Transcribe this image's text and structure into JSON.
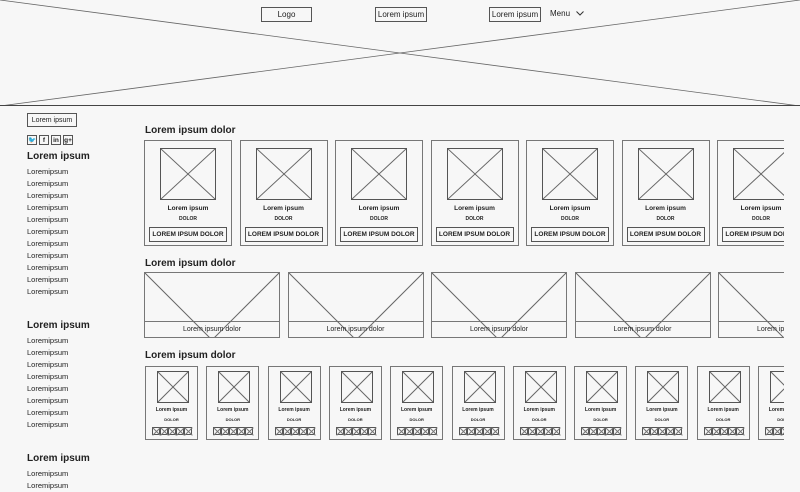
{
  "header": {
    "logo": "Logo",
    "nav_button_1": "Lorem ipsum",
    "nav_button_2": "Lorem ipsum",
    "menu_label": "Menu"
  },
  "sidebar": {
    "button_label": "Lorem ipsum",
    "social": [
      "twitter-icon",
      "facebook-icon",
      "linkedin-icon",
      "google-plus-icon"
    ],
    "social_glyphs": [
      "🐦",
      "f",
      "in",
      "g+"
    ],
    "groups": [
      {
        "title": "Lorem ipsum",
        "items": [
          "Loremipsum",
          "Loremipsum",
          "Loremipsum",
          "Loremipsum",
          "Loremipsum",
          "Loremipsum",
          "Loremipsum",
          "Loremipsum",
          "Loremipsum",
          "Loremipsum",
          "Loremipsum"
        ]
      },
      {
        "title": "Lorem ipsum",
        "items": [
          "Loremipsum",
          "Loremipsum",
          "Loremipsum",
          "Loremipsum",
          "Loremipsum",
          "Loremipsum",
          "Loremipsum",
          "Loremipsum"
        ]
      },
      {
        "title": "Lorem ipsum",
        "items": [
          "Loremipsum",
          "Loremipsum"
        ]
      }
    ]
  },
  "sections": [
    {
      "title": "Lorem ipsum dolor",
      "cards": [
        {
          "name": "Lorem ipsum",
          "sub": "DOLOR",
          "button": "LOREM IPSUM DOLOR"
        },
        {
          "name": "Lorem ipsum",
          "sub": "DOLOR",
          "button": "LOREM IPSUM DOLOR"
        },
        {
          "name": "Lorem ipsum",
          "sub": "DOLOR",
          "button": "LOREM IPSUM DOLOR"
        },
        {
          "name": "Lorem ipsum",
          "sub": "DOLOR",
          "button": "LOREM IPSUM DOLOR"
        },
        {
          "name": "Lorem ipsum",
          "sub": "DOLOR",
          "button": "LOREM IPSUM DOLOR"
        },
        {
          "name": "Lorem ipsum",
          "sub": "DOLOR",
          "button": "LOREM IPSUM DOLOR"
        },
        {
          "name": "Lorem ipsum",
          "sub": "DOLOR",
          "button": "LOREM IPSUM DOLOR"
        }
      ]
    },
    {
      "title": "Lorem ipsum dolor",
      "banners": [
        "Lorem ipsum dolor",
        "Lorem ipsum dolor",
        "Lorem ipsum dolor",
        "Lorem ipsum dolor",
        "Lorem ipsum dolor"
      ]
    },
    {
      "title": "Lorem ipsum dolor",
      "cards": [
        {
          "name": "Lorem ipsum",
          "sub": "DOLOR"
        },
        {
          "name": "Lorem ipsum",
          "sub": "DOLOR"
        },
        {
          "name": "Lorem ipsum",
          "sub": "DOLOR"
        },
        {
          "name": "Lorem ipsum",
          "sub": "DOLOR"
        },
        {
          "name": "Lorem ipsum",
          "sub": "DOLOR"
        },
        {
          "name": "Lorem ipsum",
          "sub": "DOLOR"
        },
        {
          "name": "Lorem ipsum",
          "sub": "DOLOR"
        },
        {
          "name": "Lorem ipsum",
          "sub": "DOLOR"
        },
        {
          "name": "Lorem ipsum",
          "sub": "DOLOR"
        },
        {
          "name": "Lorem ipsum",
          "sub": "DOLOR"
        },
        {
          "name": "Lorem ipsum",
          "sub": "DOLOR"
        }
      ]
    }
  ]
}
